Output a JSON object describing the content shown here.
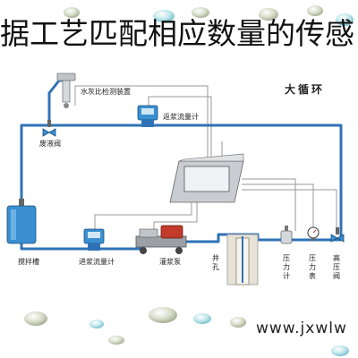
{
  "headline": "据工艺匹配相应数量的传感",
  "loop_title": "大循环",
  "labels": {
    "water_cement_detector": "水灰比检测装置",
    "waste_valve": "废液阀",
    "return_flowmeter": "返浆流量计",
    "mixing_tank": "搅拌槽",
    "inlet_flowmeter": "进浆流量计",
    "grout_pump": "灌浆泵",
    "borehole": "井孔",
    "pressure_sensor": "压力计",
    "pressure_gauge": "压力表",
    "high_pressure_valve": "高压阀"
  },
  "watermark": "www.jxwlw",
  "colors": {
    "pipe": "#2f73b6",
    "equipment_blue": "#3a8fd0",
    "signal_line": "#9a9a9a",
    "pump_red": "#c23a2a"
  }
}
